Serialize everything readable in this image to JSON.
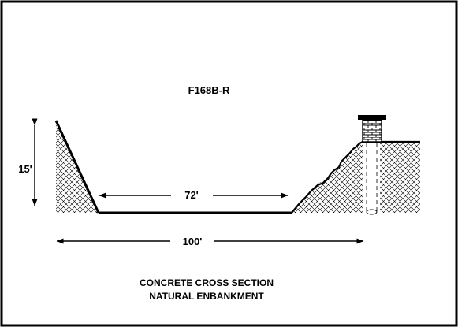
{
  "diagram": {
    "title": "F168B-R",
    "dimensions": {
      "height": "15'",
      "bottom_width": "72'",
      "top_width": "100'"
    },
    "caption": {
      "line1": "CONCRETE CROSS SECTION",
      "line2": "NATURAL ENBANKMENT"
    }
  },
  "colors": {
    "ink": "#000000",
    "background": "#ffffff"
  }
}
